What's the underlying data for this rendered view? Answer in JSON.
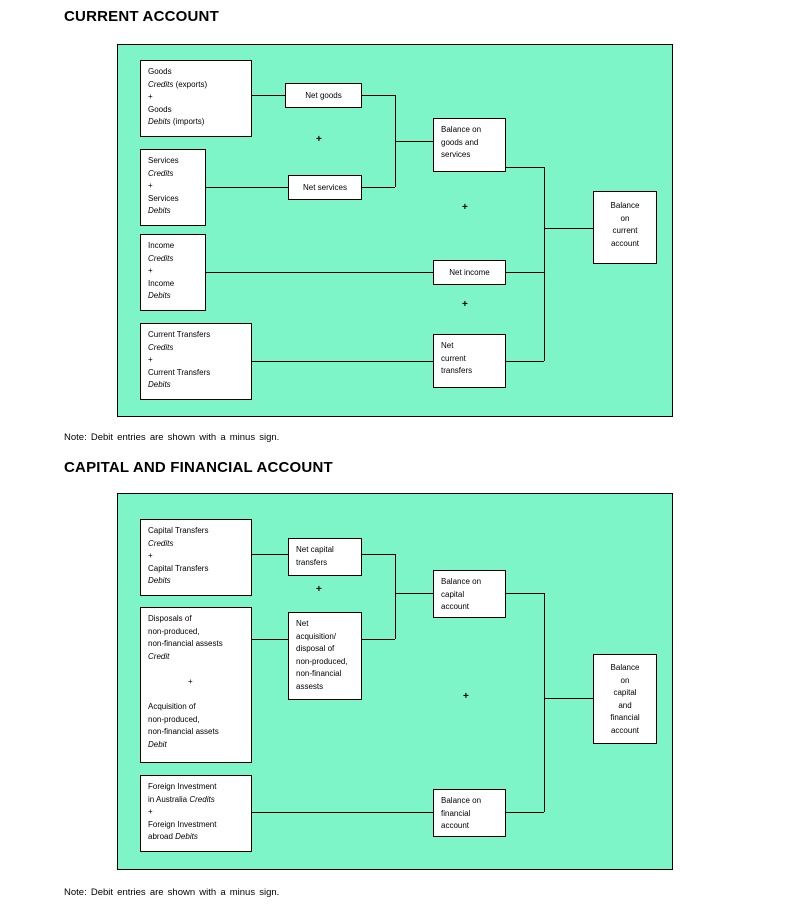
{
  "sections": [
    {
      "id": "current-account",
      "title": "CURRENT ACCOUNT",
      "note": "Note: Debit entries are shown with a minus sign.",
      "plus_symbol": "+",
      "source_boxes": [
        {
          "id": "goods",
          "lines": [
            "Goods",
            "*Credits* (exports)",
            "+",
            "Goods",
            "*Debits* (imports)"
          ]
        },
        {
          "id": "services",
          "lines": [
            "Services",
            "*Credits*",
            "+",
            "Services",
            "*Debits*"
          ]
        },
        {
          "id": "income",
          "lines": [
            "Income",
            "*Credits*",
            "+",
            "Income",
            "*Debits*"
          ]
        },
        {
          "id": "current-transfers",
          "lines": [
            "Current Transfers",
            "*Credits*",
            "+",
            "Current Transfers",
            "*Debits*"
          ]
        }
      ],
      "net_boxes": [
        {
          "id": "net-goods",
          "lines": [
            "Net goods"
          ]
        },
        {
          "id": "net-services",
          "lines": [
            "Net services"
          ]
        },
        {
          "id": "net-income",
          "lines": [
            "Net income"
          ]
        },
        {
          "id": "net-current-transfers",
          "lines": [
            "Net",
            "current",
            "transfers"
          ]
        }
      ],
      "balance_boxes": [
        {
          "id": "balance-goods-services",
          "lines": [
            "Balance on",
            "goods and",
            "services"
          ]
        }
      ],
      "final_box": {
        "id": "balance-current-account",
        "lines": [
          "Balance",
          "on",
          "current",
          "account"
        ]
      }
    },
    {
      "id": "capital-financial-account",
      "title": "CAPITAL AND FINANCIAL ACCOUNT",
      "note": "Note: Debit entries are shown with a minus sign.",
      "plus_symbol": "+",
      "source_boxes": [
        {
          "id": "capital-transfers",
          "lines": [
            "Capital Transfers",
            "*Credits*",
            "+",
            "Capital Transfers",
            "*Debits*"
          ]
        },
        {
          "id": "non-produced-assets",
          "lines": [
            "Disposals of",
            "non-produced,",
            "non-financial assests",
            "*Credit*",
            "",
            "        +",
            "",
            "Acquisition of",
            "non-produced,",
            "non-financial assets",
            "*Debit*"
          ]
        },
        {
          "id": "foreign-investment",
          "lines": [
            "Foreign Investment",
            "in Australia *Credits*",
            "+",
            "Foreign Investment",
            "abroad *Debits*"
          ]
        }
      ],
      "net_boxes": [
        {
          "id": "net-capital-transfers",
          "lines": [
            "Net capital",
            "transfers"
          ]
        },
        {
          "id": "net-acquisition-disposal",
          "lines": [
            "Net",
            "acquisition/",
            "disposal of",
            "non-produced,",
            "non-financial",
            "assests"
          ]
        }
      ],
      "balance_boxes": [
        {
          "id": "balance-capital-account",
          "lines": [
            "Balance on",
            "capital",
            "account"
          ]
        },
        {
          "id": "balance-financial-account",
          "lines": [
            "Balance on",
            "financial",
            "account"
          ]
        }
      ],
      "final_box": {
        "id": "balance-capital-financial-account",
        "lines": [
          "Balance",
          "on",
          "capital",
          "and",
          "financial",
          "account"
        ]
      }
    }
  ],
  "colors": {
    "panel_background": "#7DF5C8",
    "box_background": "#FFFFFF",
    "line": "#000000",
    "text": "#000000"
  }
}
